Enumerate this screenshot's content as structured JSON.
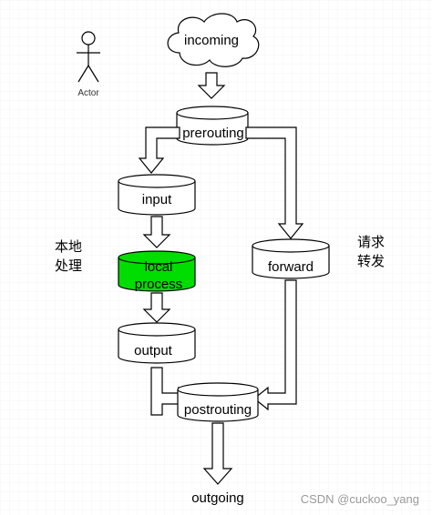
{
  "diagram": {
    "actor": {
      "label": "Actor"
    },
    "nodes": {
      "incoming": "incoming",
      "prerouting": "prerouting",
      "input": "input",
      "local_process_line1": "local",
      "local_process_line2": "process",
      "output": "output",
      "forward": "forward",
      "postrouting": "postrouting",
      "outgoing": "outgoing"
    },
    "annotations": {
      "local_line1": "本地",
      "local_line2": "处理",
      "forward_line1": "请求",
      "forward_line2": "转发"
    },
    "colors": {
      "grid": "#e8e8e8",
      "stroke": "#000000",
      "highlight": "#00dd00",
      "fill": "#ffffff"
    }
  },
  "watermark": "CSDN @cuckoo_yang"
}
